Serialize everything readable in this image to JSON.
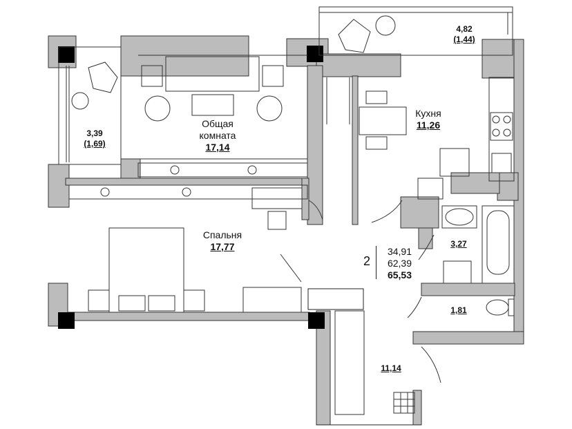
{
  "plan": {
    "rooms": [
      {
        "id": "living",
        "name": "Общая",
        "name2": "комната",
        "area": "17,14"
      },
      {
        "id": "bedroom",
        "name": "Спальня",
        "area": "17,77"
      },
      {
        "id": "kitchen",
        "name": "Кухня",
        "area": "11,26"
      },
      {
        "id": "balcony-left",
        "area": "3,39",
        "area_reduced": "(1,69)"
      },
      {
        "id": "balcony-top",
        "area": "4,82",
        "area_reduced": "(1,44)"
      },
      {
        "id": "bathroom",
        "area": "3,27"
      },
      {
        "id": "toilet",
        "area": "1,81"
      },
      {
        "id": "hall",
        "area": "11,14"
      }
    ],
    "summary": {
      "rooms_count": "2",
      "living_area": "34,91",
      "total_area": "62,39",
      "total_with_balconies": "65,53"
    },
    "colors": {
      "wall": "#bcbcbc",
      "column": "#000000",
      "line": "#222222",
      "background": "#ffffff"
    }
  }
}
